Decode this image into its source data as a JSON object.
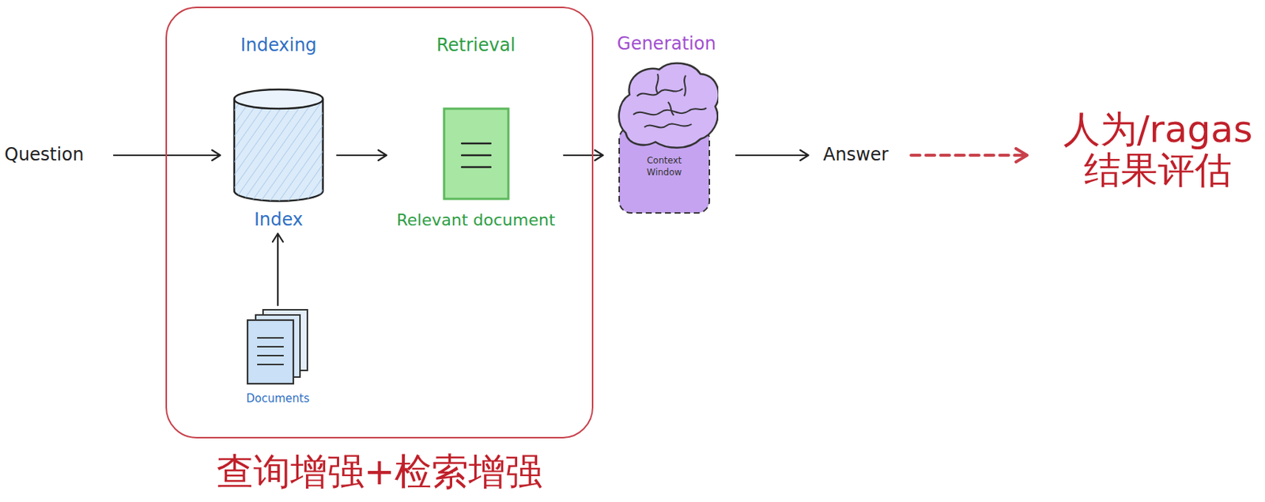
{
  "diagram": {
    "nodes": [
      {
        "text": [
          "Question"
        ]
      },
      {
        "text": [
          "查询增强+检索增强"
        ]
      },
      {
        "text": [
          "Indexing",
          "Index"
        ],
        "in": 1
      },
      {
        "text": [
          "Documents"
        ],
        "in": 1
      },
      {
        "text": [
          "Retrieval",
          "Relevant document"
        ],
        "in": 1
      },
      {
        "text": [
          "Generation",
          "Context Window"
        ]
      },
      {
        "text": [
          "Answer"
        ]
      },
      {
        "text": [
          "人为/ragas 结果评估"
        ]
      }
    ],
    "edges": [
      {
        "from": 0,
        "to": 2,
        "arrow": "to"
      },
      {
        "from": 3,
        "to": 2,
        "arrow": "to"
      },
      {
        "from": 2,
        "to": 4,
        "arrow": "to"
      },
      {
        "from": 4,
        "to": 5,
        "arrow": "to"
      },
      {
        "from": 5,
        "to": 6,
        "arrow": "to"
      },
      {
        "from": 6,
        "to": 7,
        "arrow": "to"
      }
    ]
  }
}
